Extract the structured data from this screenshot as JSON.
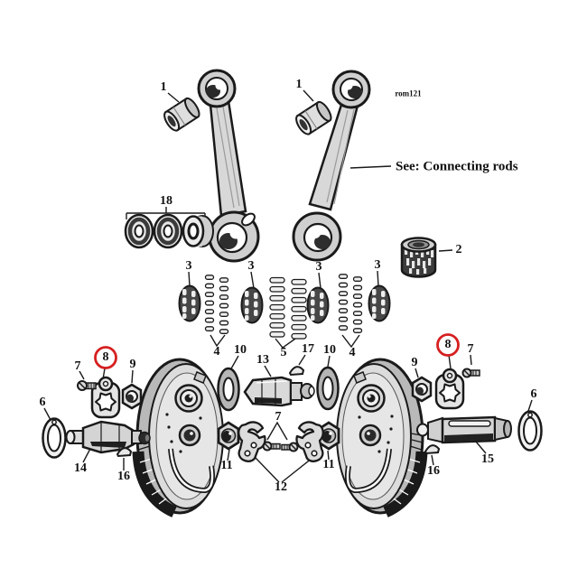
{
  "annotations": {
    "code": "rom121",
    "note": "See: Connecting rods"
  },
  "callouts": [
    {
      "text": "1"
    },
    {
      "text": "1"
    },
    {
      "text": "18"
    },
    {
      "text": "2"
    },
    {
      "text": "3"
    },
    {
      "text": "3"
    },
    {
      "text": "3"
    },
    {
      "text": "3"
    },
    {
      "text": "4"
    },
    {
      "text": "10"
    },
    {
      "text": "13"
    },
    {
      "text": "5"
    },
    {
      "text": "17"
    },
    {
      "text": "10"
    },
    {
      "text": "4"
    },
    {
      "text": "7"
    },
    {
      "text": "8",
      "circled": true
    },
    {
      "text": "9"
    },
    {
      "text": "6"
    },
    {
      "text": "14"
    },
    {
      "text": "16"
    },
    {
      "text": "11"
    },
    {
      "text": "7"
    },
    {
      "text": "11"
    },
    {
      "text": "12"
    },
    {
      "text": "9"
    },
    {
      "text": "8",
      "circled": true
    },
    {
      "text": "7"
    },
    {
      "text": "6"
    },
    {
      "text": "15"
    },
    {
      "text": "16"
    }
  ],
  "colors": {
    "outline": "#1a1a1a",
    "fill_light": "#dcdcdc",
    "fill_mid": "#b9b9b9",
    "fill_dark": "#2a2a2a",
    "highlight_red": "#d62020",
    "background": "#ffffff"
  }
}
